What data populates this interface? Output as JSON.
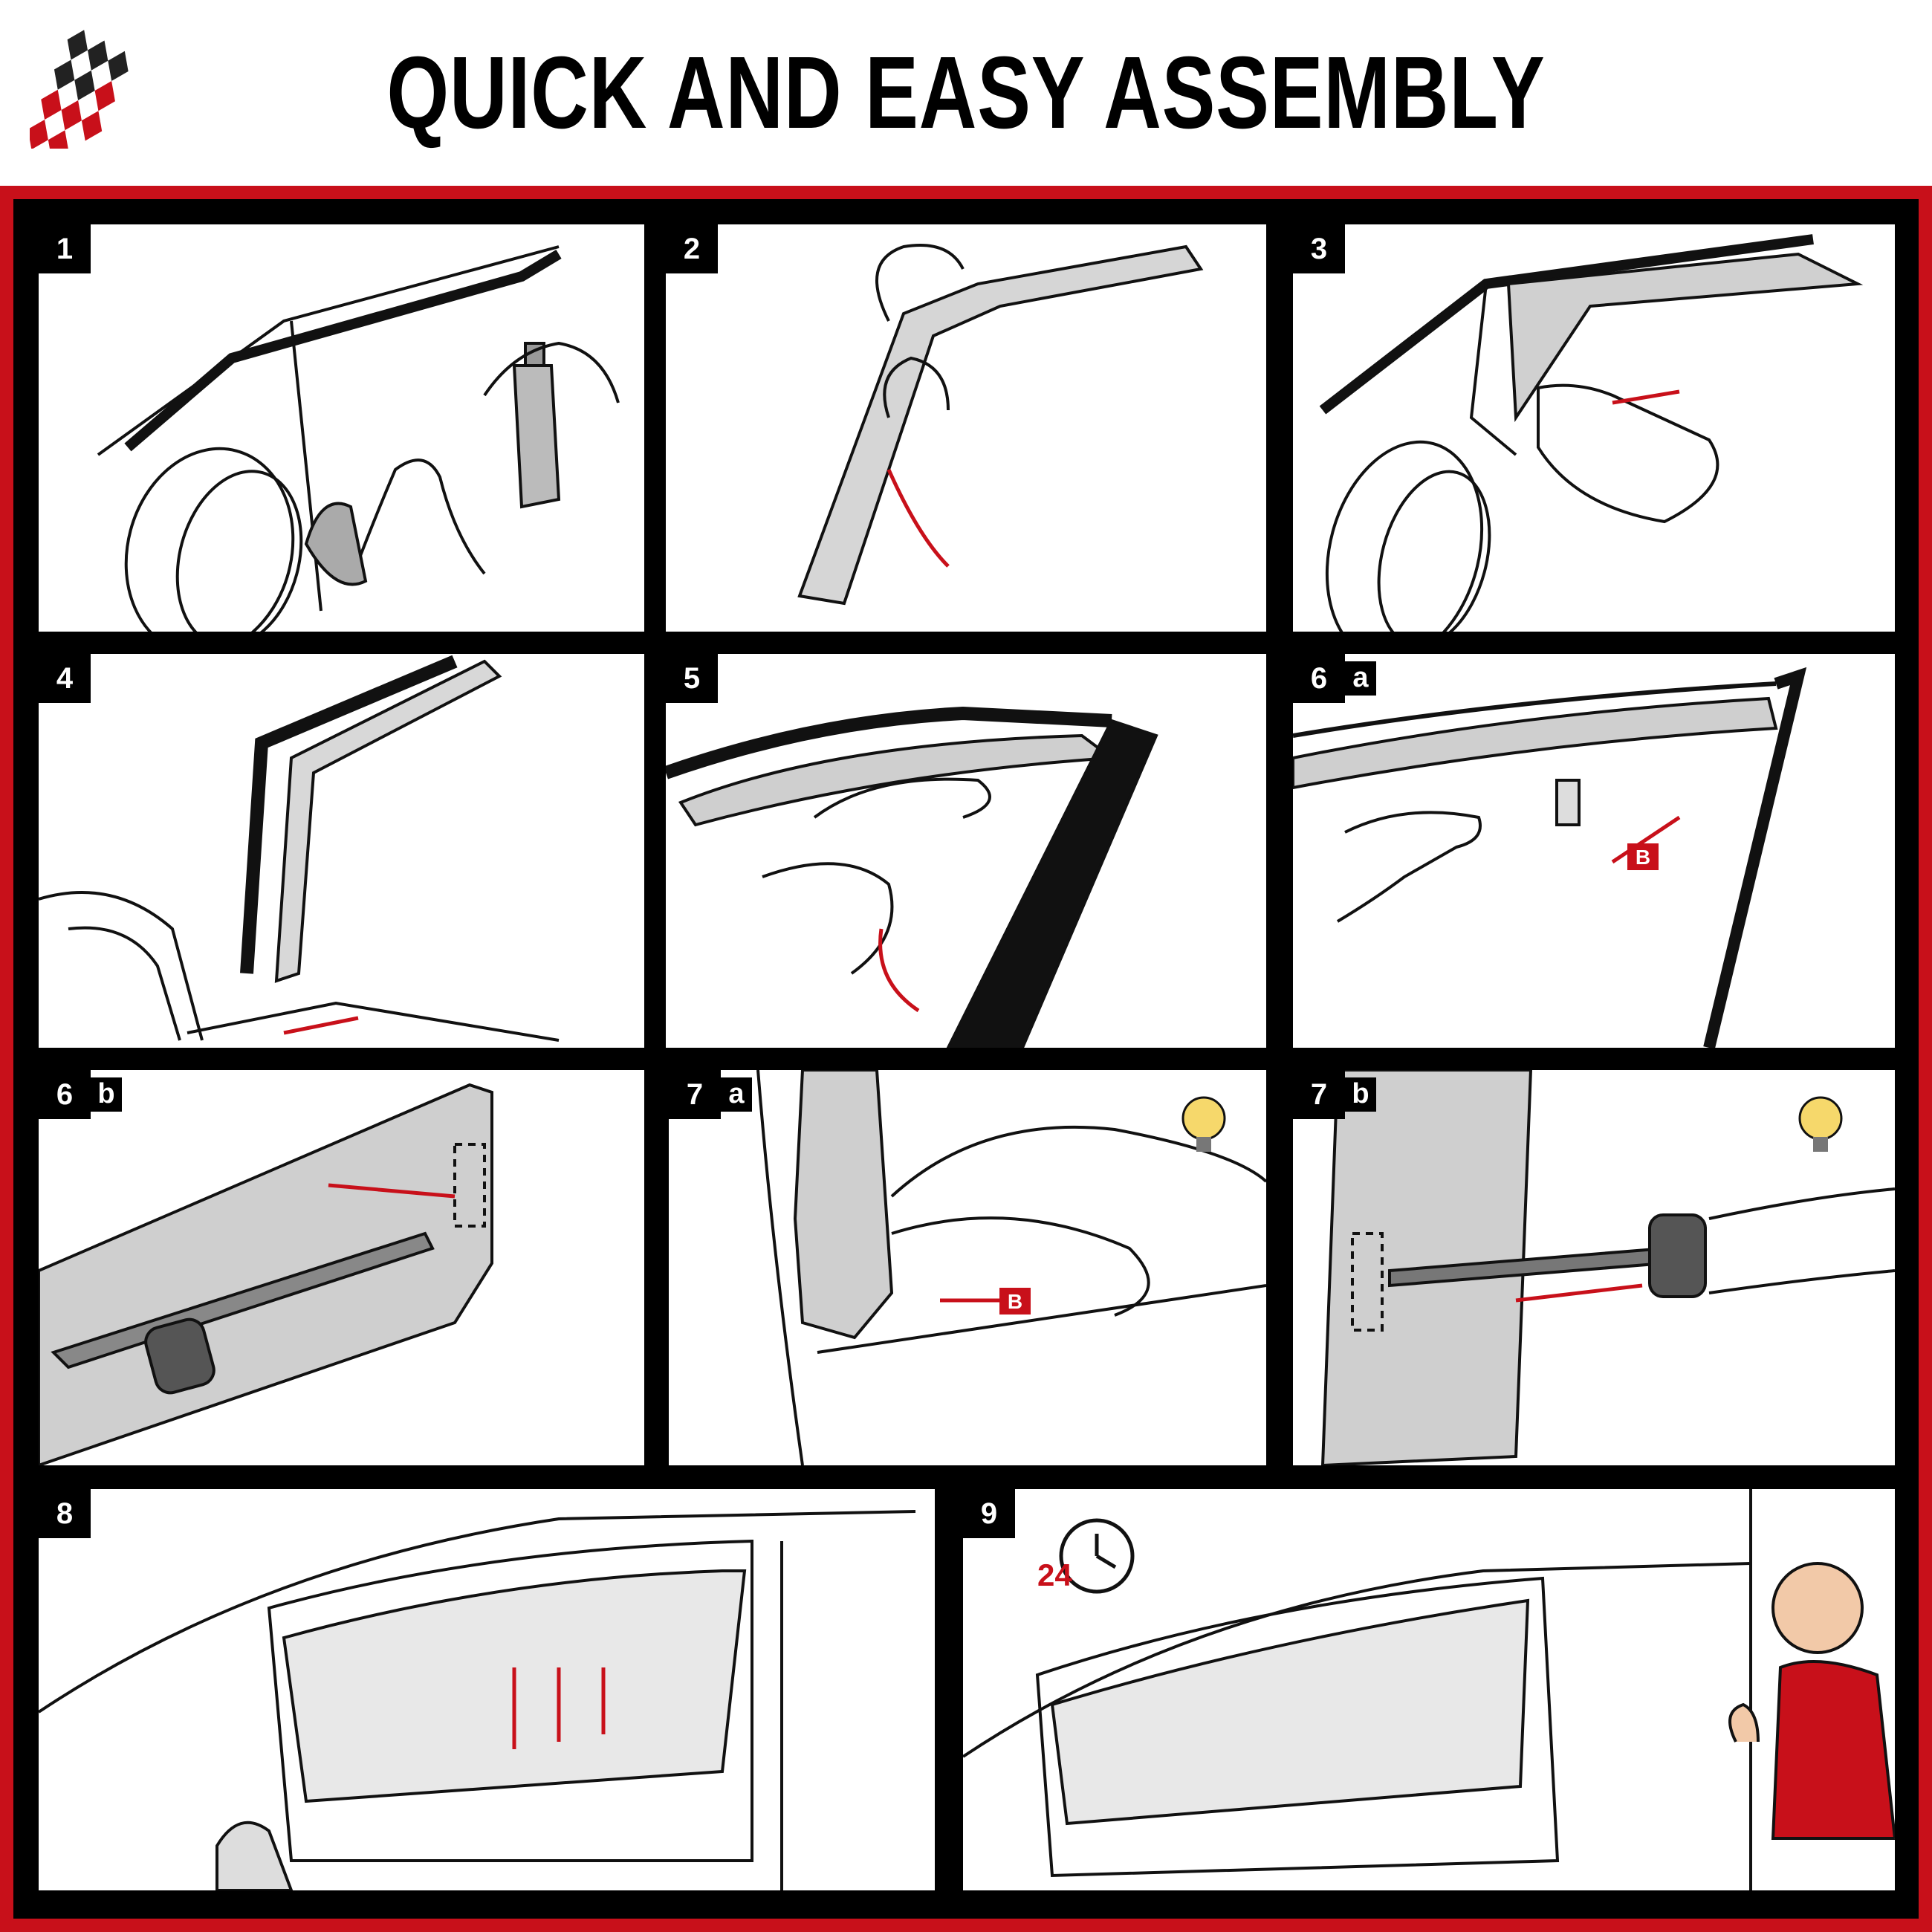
{
  "header": {
    "title": "QUICK AND EASY ASSEMBLY"
  },
  "colors": {
    "accent": "#c8101a",
    "frame": "#000000",
    "bg": "#ffffff"
  },
  "steps": [
    {
      "number": "1",
      "sub": ""
    },
    {
      "number": "2",
      "sub": ""
    },
    {
      "number": "3",
      "sub": ""
    },
    {
      "number": "4",
      "sub": ""
    },
    {
      "number": "5",
      "sub": ""
    },
    {
      "number": "6",
      "sub": "a",
      "marker": "B"
    },
    {
      "number": "6",
      "sub": "b"
    },
    {
      "number": "7",
      "sub": "a",
      "marker": "B"
    },
    {
      "number": "7",
      "sub": "b"
    },
    {
      "number": "8",
      "sub": ""
    },
    {
      "number": "9",
      "sub": "",
      "timer": "24"
    }
  ],
  "icons": [
    "checkered-flag-logo",
    "lightbulb-icon",
    "clock-icon",
    "red-arrow-icon"
  ]
}
